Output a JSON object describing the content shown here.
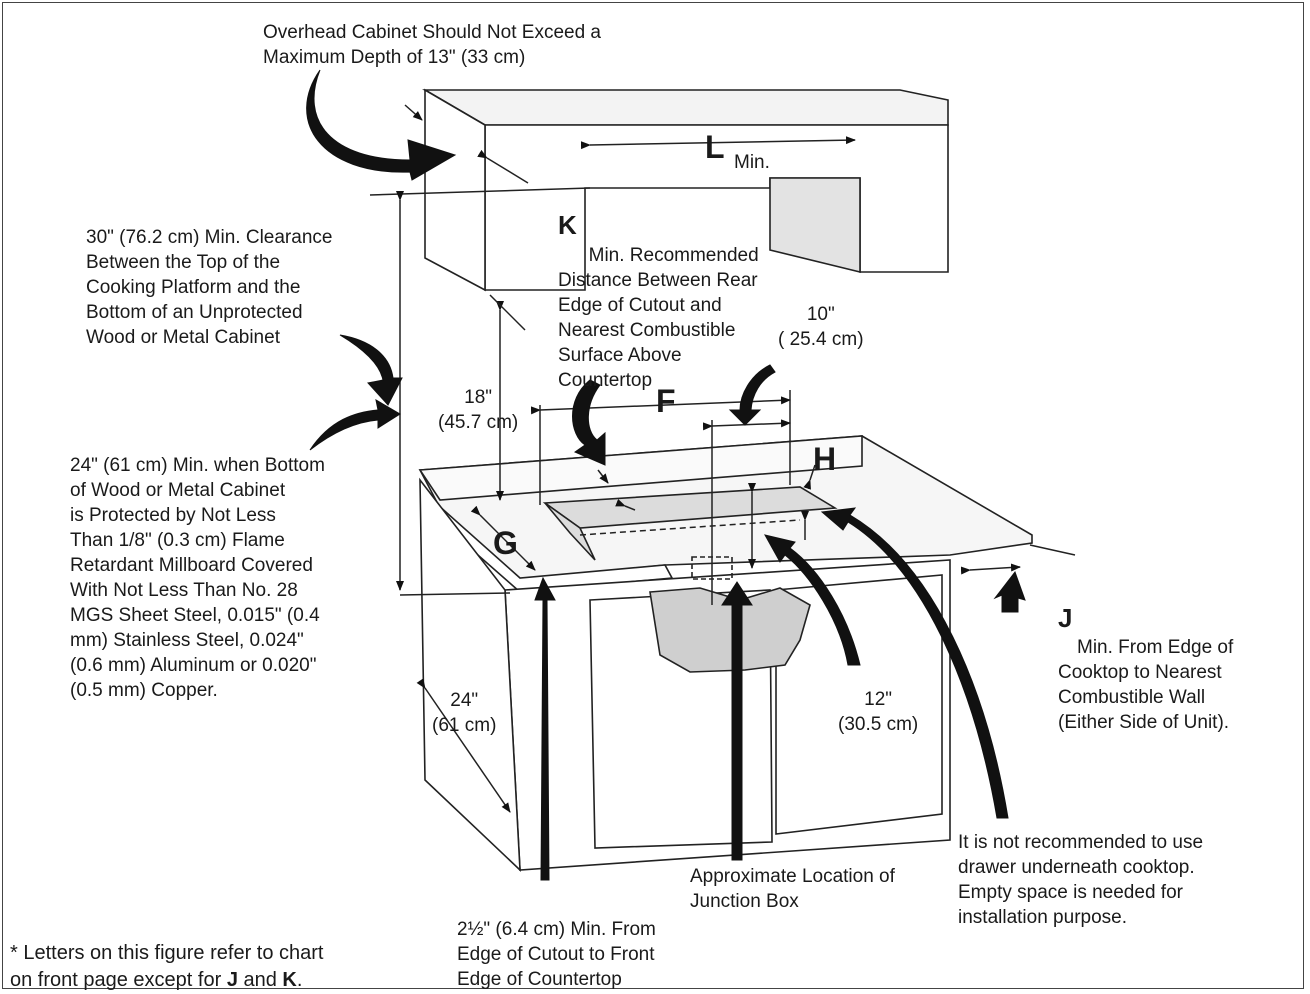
{
  "labels": {
    "overhead": "Overhead Cabinet Should Not Exceed a\nMaximum Depth of 13\" (33 cm)",
    "clearance30": "30\" (76.2 cm) Min. Clearance\nBetween the Top of the\nCooking Platform and the\nBottom of an Unprotected\nWood or Metal Cabinet",
    "k_text": "Min. Recommended\nDistance Between Rear\nEdge of Cutout and\nNearest Combustible\nSurface Above\nCountertop",
    "ten": "10\"\n( 25.4 cm)",
    "eighteen": "18\"\n(45.7 cm)",
    "clearance24": "24\" (61 cm) Min. when Bottom\nof Wood or Metal Cabinet\nis Protected by Not Less\nThan 1/8\" (0.3 cm) Flame\nRetardant Millboard Covered\nWith Not Less Than No. 28\nMGS Sheet Steel, 0.015\" (0.4\nmm) Stainless Steel, 0.024\"\n(0.6 mm) Aluminum or 0.020\"\n(0.5 mm) Copper.",
    "j_text": "Min. From Edge of\nCooktop to Nearest\nCombustible Wall\n(Either Side of Unit).",
    "twelve": "12\"\n(30.5 cm)",
    "twentyfour": "24\"\n(61 cm)",
    "drawer": "It is not recommended to use\ndrawer underneath cooktop.\nEmpty space is needed for\ninstallation purpose.",
    "junction": "Approximate Location of\nJunction Box",
    "twohalf": "2½\" (6.4 cm) Min. From\nEdge of Cutout to Front\nEdge of Countertop",
    "footnote_a": "* Letters on this figure refer to chart\n  on front page except for ",
    "footnote_j": "J",
    "footnote_and": " and ",
    "footnote_k": "K",
    "footnote_end": "."
  },
  "letters": {
    "L": "L",
    "L_sub": "Min.",
    "K": "K",
    "F": "F",
    "H": "H",
    "G": "G",
    "J": "J"
  }
}
